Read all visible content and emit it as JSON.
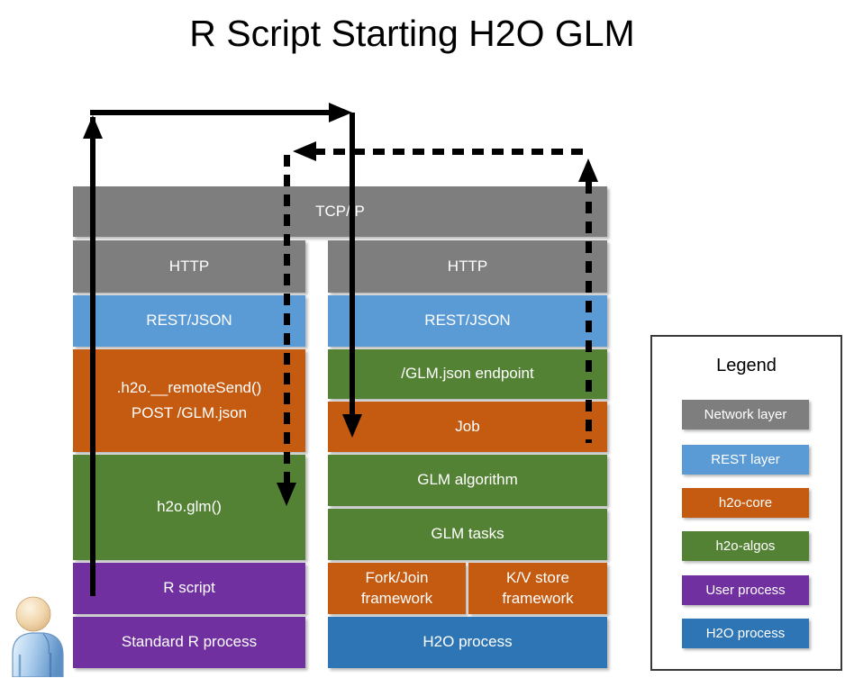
{
  "title": "R Script Starting H2O GLM",
  "colors": {
    "network": "#7e7e7e",
    "rest": "#5b9bd5",
    "h2o_core": "#c55a11",
    "h2o_algos": "#548235",
    "user_process": "#7030a0",
    "h2o_process": "#2e75b6",
    "arrow": "#000000"
  },
  "tcp_box": {
    "label": "TCP/IP"
  },
  "left_stack": {
    "http": {
      "label": "HTTP"
    },
    "rest_json": {
      "label": "REST/JSON"
    },
    "remote_send": {
      "line1": ".h2o.__remoteSend()",
      "line2": "POST /GLM.json"
    },
    "h2o_glm": {
      "label": "h2o.glm()"
    },
    "r_script": {
      "label": "R script"
    },
    "standard_r_process": {
      "label": "Standard R process"
    }
  },
  "right_stack": {
    "http": {
      "label": "HTTP"
    },
    "rest_json": {
      "label": "REST/JSON"
    },
    "glm_json_endpoint": {
      "label": "/GLM.json endpoint"
    },
    "job": {
      "label": "Job"
    },
    "glm_algorithm": {
      "label": "GLM algorithm"
    },
    "glm_tasks": {
      "label": "GLM tasks"
    },
    "fork_join_framework": {
      "label": "Fork/Join framework"
    },
    "kv_store_framework": {
      "label": "K/V store framework"
    },
    "h2o_process": {
      "label": "H2O process"
    }
  },
  "legend": {
    "title": "Legend",
    "items": [
      {
        "label": "Network layer",
        "color": "#7e7e7e"
      },
      {
        "label": "REST layer",
        "color": "#5b9bd5"
      },
      {
        "label": "h2o-core",
        "color": "#c55a11"
      },
      {
        "label": "h2o-algos",
        "color": "#548235"
      },
      {
        "label": "User process",
        "color": "#7030a0"
      },
      {
        "label": "H2O process",
        "color": "#2e75b6"
      }
    ]
  },
  "arrows": [
    {
      "name": "request-arrow",
      "style": "solid",
      "from": "R script",
      "to": "Job"
    },
    {
      "name": "response-arrow",
      "style": "dashed",
      "from": "Job",
      "to": "h2o.glm()"
    }
  ],
  "icons": {
    "user": "person-figure"
  }
}
